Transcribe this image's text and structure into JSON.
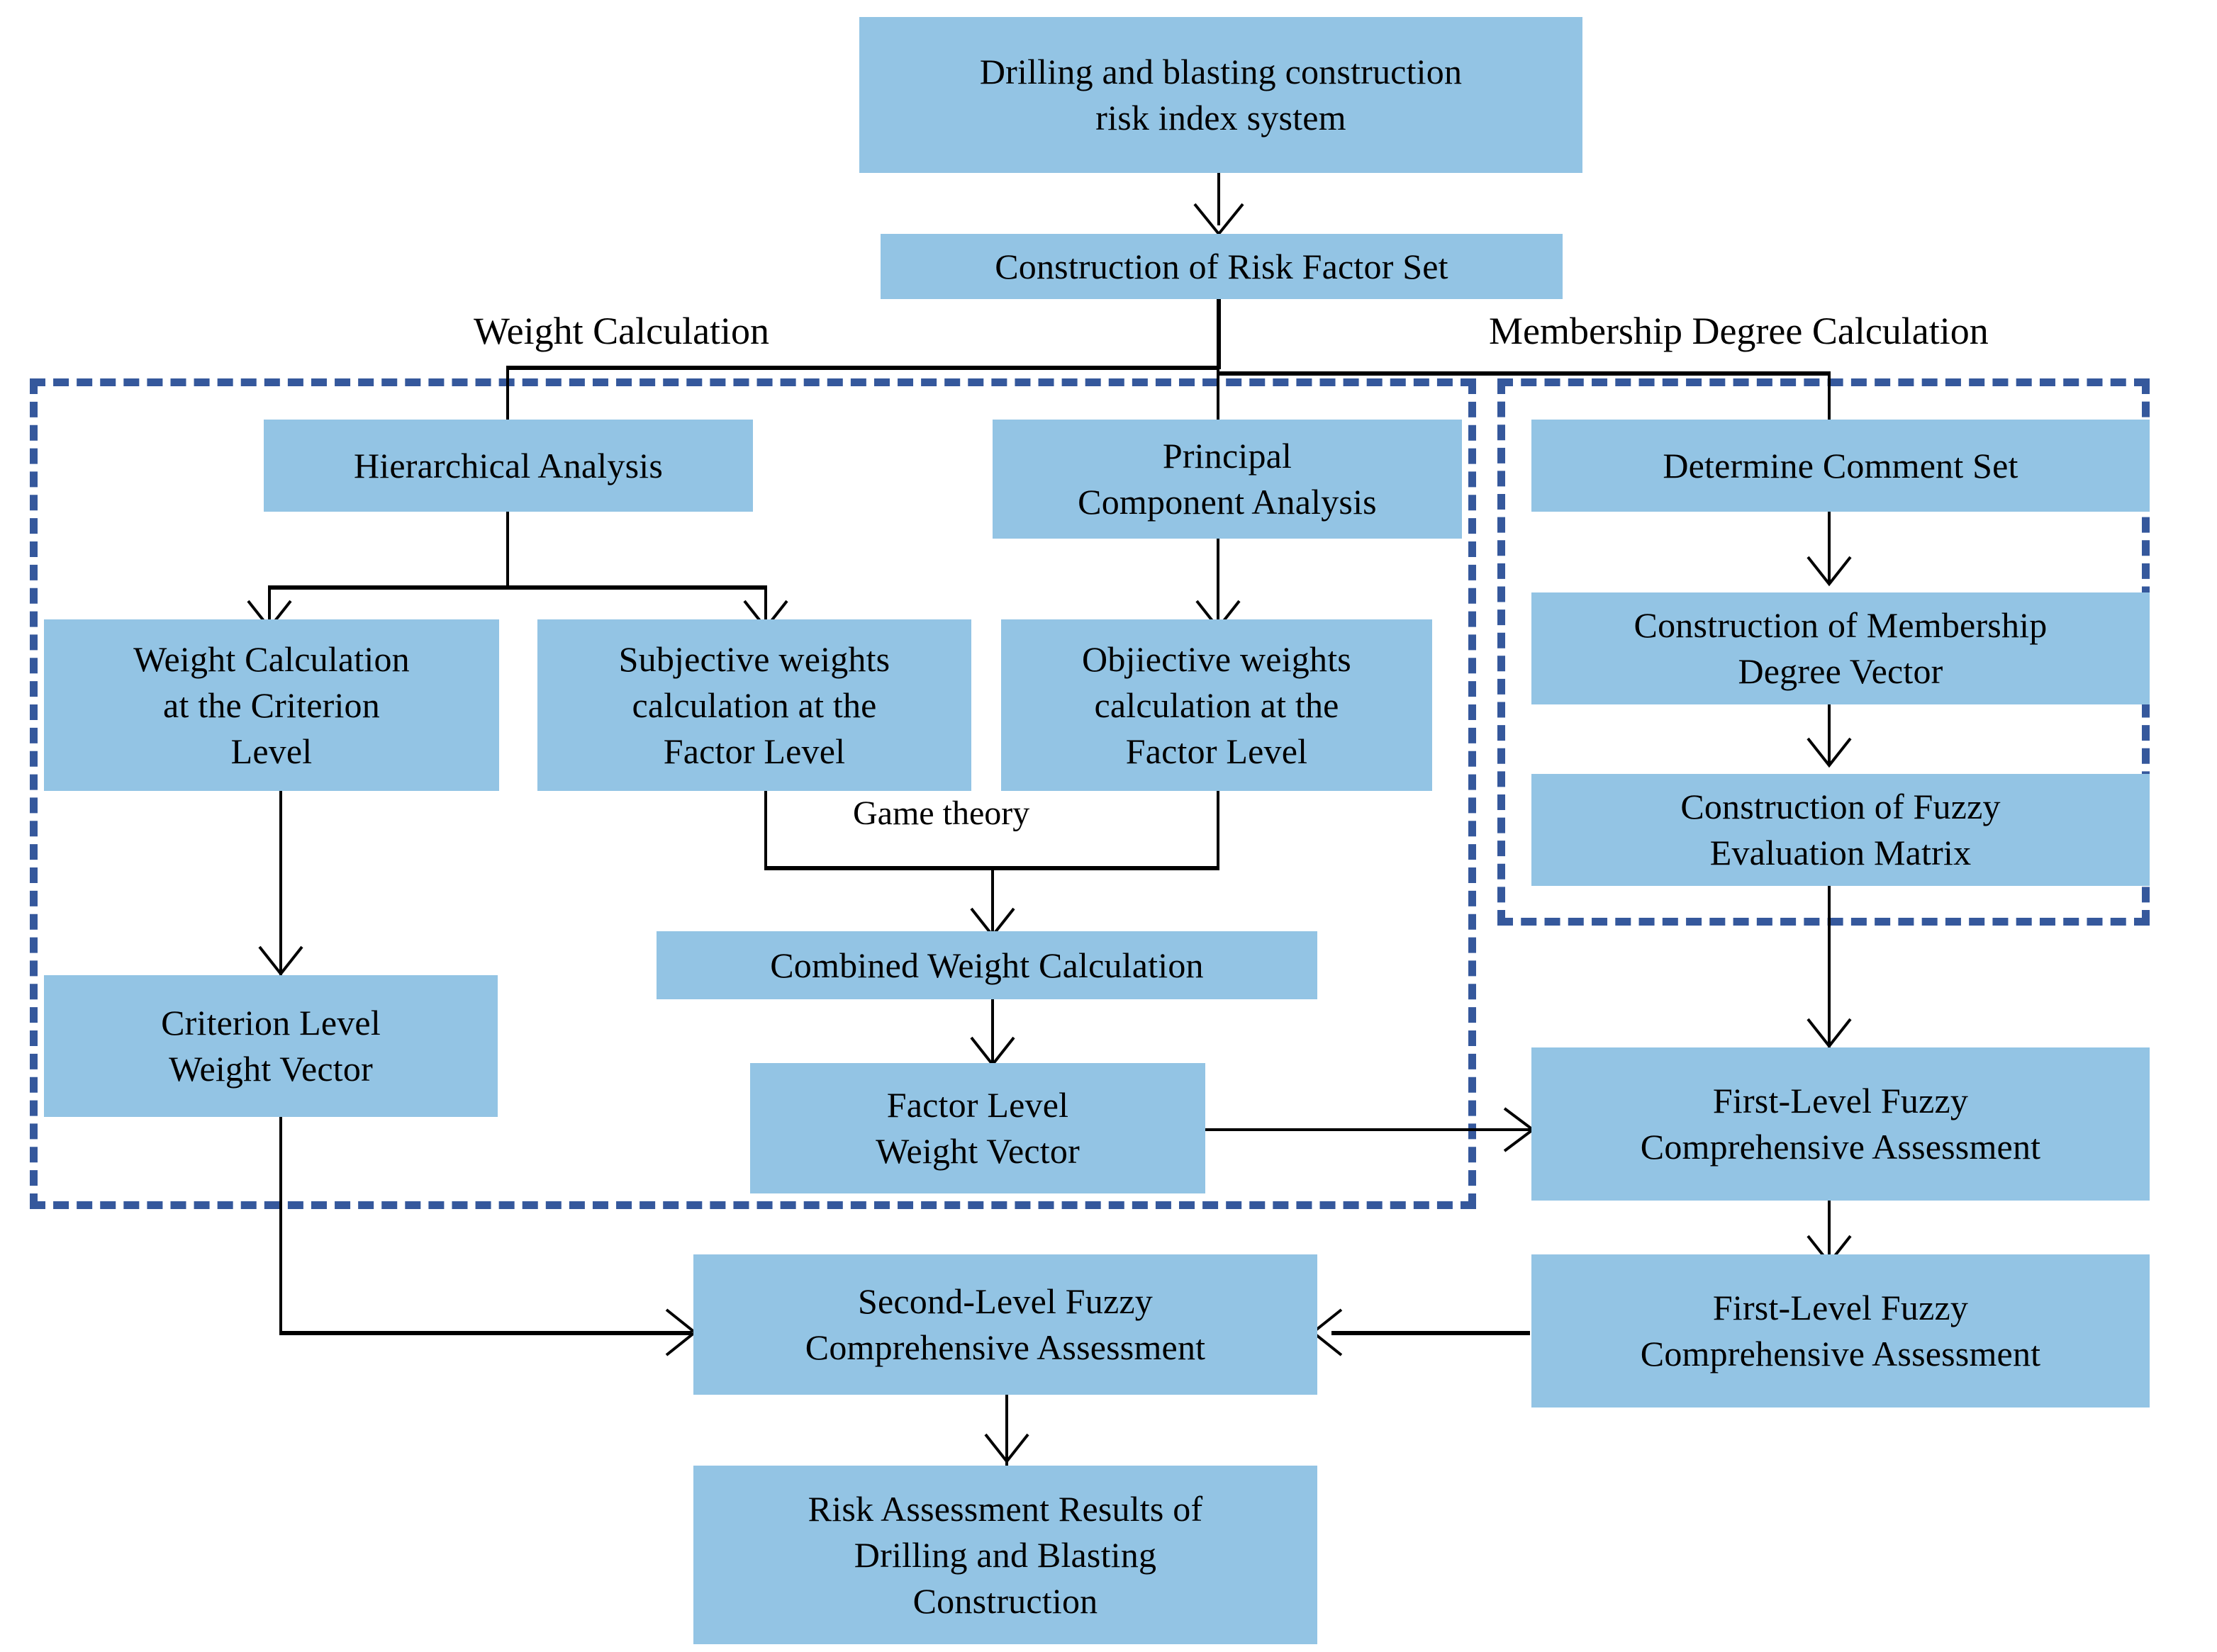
{
  "diagram": {
    "title": "Drilling and blasting construction risk assessment flowchart",
    "box_fill": "#93C4E4",
    "dash_color": "#35589C",
    "line_color": "#000000",
    "group_labels": {
      "weight": "Weight Calculation",
      "membership": "Membership Degree Calculation"
    },
    "edge_labels": {
      "game_theory": "Game theory"
    },
    "nodes": {
      "risk_index_system": "Drilling and blasting construction\nrisk index system",
      "risk_factor_set": "Construction of Risk Factor Set",
      "hierarchical_analysis": "Hierarchical Analysis",
      "principal_component_analysis": "Principal\nComponent Analysis",
      "determine_comment_set": "Determine Comment Set",
      "weight_criterion_level": "Weight Calculation\nat the Criterion\nLevel",
      "subjective_weights": "Subjective weights\ncalculation at the\nFactor Level",
      "objective_weights": "Objiective weights\ncalculation at the\nFactor Level",
      "membership_degree_vector": "Construction of Membership\nDegree Vector",
      "fuzzy_evaluation_matrix": "Construction of Fuzzy\nEvaluation Matrix",
      "combined_weight_calculation": "Combined Weight Calculation",
      "criterion_level_weight_vector": "Criterion Level\nWeight Vector",
      "factor_level_weight_vector": "Factor Level\nWeight Vector",
      "first_level_fuzzy_1": "First-Level Fuzzy\nComprehensive Assessment",
      "first_level_fuzzy_2": "First-Level Fuzzy\nComprehensive Assessment",
      "second_level_fuzzy": "Second-Level Fuzzy\nComprehensive Assessment",
      "risk_assessment_results": "Risk Assessment Results of\nDrilling and Blasting\nConstruction"
    }
  }
}
